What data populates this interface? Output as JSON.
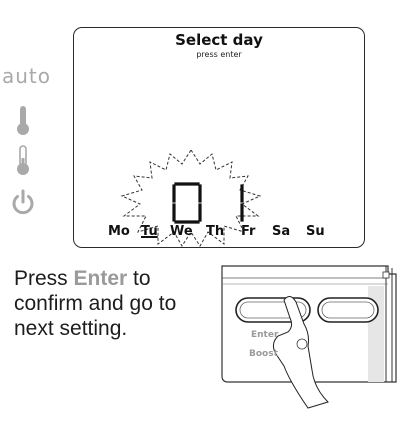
{
  "side_modes": {
    "auto_label": "auto",
    "icons": [
      "thermometer-full-icon",
      "thermometer-low-icon",
      "power-icon"
    ],
    "icon_color": "#a9a9a9"
  },
  "lcd": {
    "title": "Select day",
    "subtitle": "press enter",
    "digits": "01",
    "days": [
      "Mo",
      "Tu",
      "We",
      "Th",
      "Fr",
      "Sa",
      "Su"
    ],
    "selected_day": "Tu",
    "flashing": true
  },
  "instruction": {
    "prefix": "Press ",
    "highlight": "Enter",
    "line1_suffix": " to",
    "line2": "confirm and go to",
    "line3": "next setting.",
    "highlight_color": "#9a9a9a"
  },
  "device": {
    "enter_label": "Enter",
    "boost_label": "Boost"
  }
}
